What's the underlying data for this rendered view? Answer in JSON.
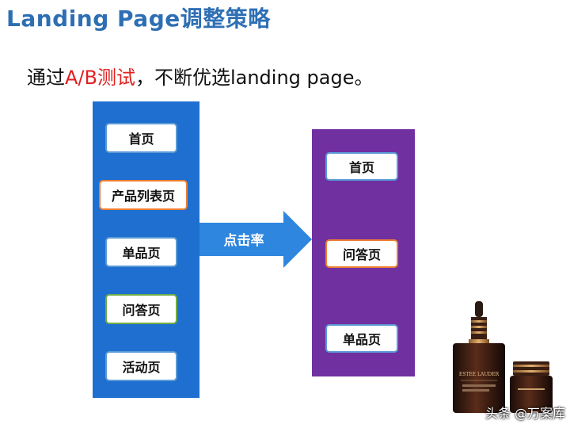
{
  "title": "Landing Page调整策略",
  "subtitle": {
    "prefix": "通过",
    "highlight": "A/B测试",
    "suffix": "，不断优选landing page。"
  },
  "left_panel": {
    "items": [
      "首页",
      "产品列表页",
      "单品页",
      "问答页",
      "活动页"
    ]
  },
  "arrow_label": "点击率",
  "right_panel": {
    "items": [
      "首页",
      "问答页",
      "单品页"
    ]
  },
  "product_image": {
    "brand_label": "ESTEE LAUDER"
  },
  "watermark": "头条 @万案库",
  "colors": {
    "title": "#2e6fb4",
    "highlight": "#e02020",
    "left_panel": "#1f6fd0",
    "right_panel": "#7030a0",
    "arrow": "#2f86de"
  }
}
